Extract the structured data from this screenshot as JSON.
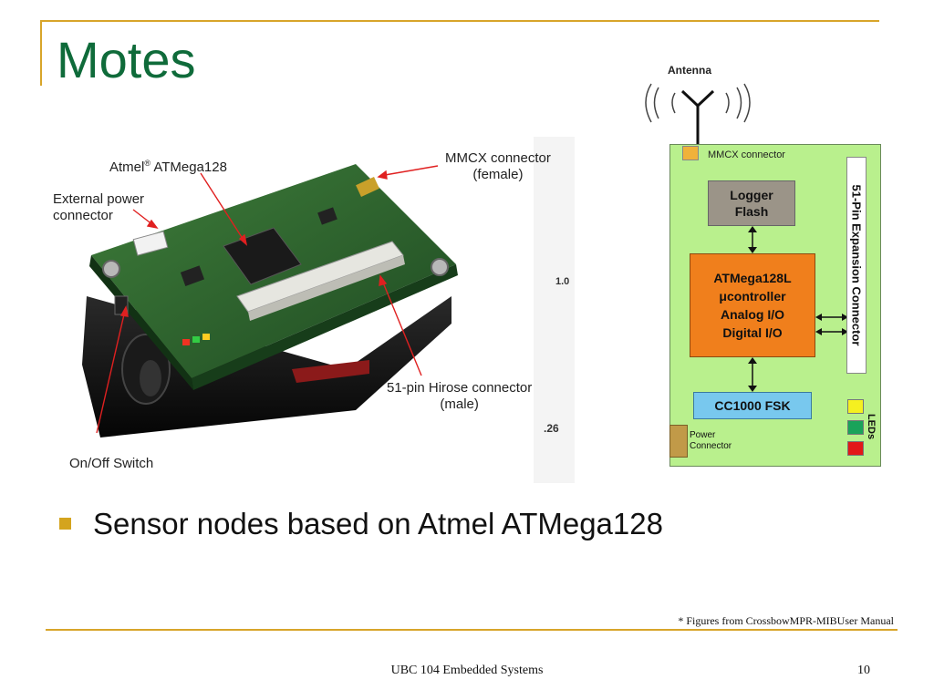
{
  "slide": {
    "title": "Motes",
    "bullets": [
      "Sensor nodes based on Atmel ATMega128"
    ],
    "footnote": "* Figures from CrossbowMPR-MIBUser Manual",
    "footer": "UBC 104 Embedded Systems",
    "page_number": "10"
  },
  "photo": {
    "label_atmel": "Atmel",
    "label_atmel_reg": "®",
    "label_atmel_part": "ATMega128",
    "label_ext_power_1": "External power",
    "label_ext_power_2": "connector",
    "label_mmcx_1": "MMCX connector",
    "label_mmcx_2": "(female)",
    "label_hirose_1": "51-pin Hirose connector",
    "label_hirose_2": "(male)",
    "label_onoff": "On/Off Switch",
    "edge_1": "1.0",
    "edge_2": ".26"
  },
  "diagram": {
    "antenna": "Antenna",
    "mmcx": "MMCX connector",
    "logger_1": "Logger",
    "logger_2": "Flash",
    "mcu_1": "ATMega128L",
    "mcu_2": "μcontroller",
    "mcu_3": "Analog I/O",
    "mcu_4": "Digital I/O",
    "radio": "CC1000 FSK",
    "power_1": "Power",
    "power_2": "Connector",
    "expansion": "51-Pin Expansion Connector",
    "leds": "LEDs"
  },
  "colors": {
    "title": "#0f6b3a",
    "accent_line": "#d8a52a",
    "board_bg": "#b9f08d",
    "mcu_block": "#f07f1c",
    "logger_block": "#9b9488",
    "radio_block": "#78c8ee",
    "led_yellow": "#f5f020",
    "led_green": "#1aa35a",
    "led_red": "#e21818",
    "power_block": "#c19a48"
  }
}
